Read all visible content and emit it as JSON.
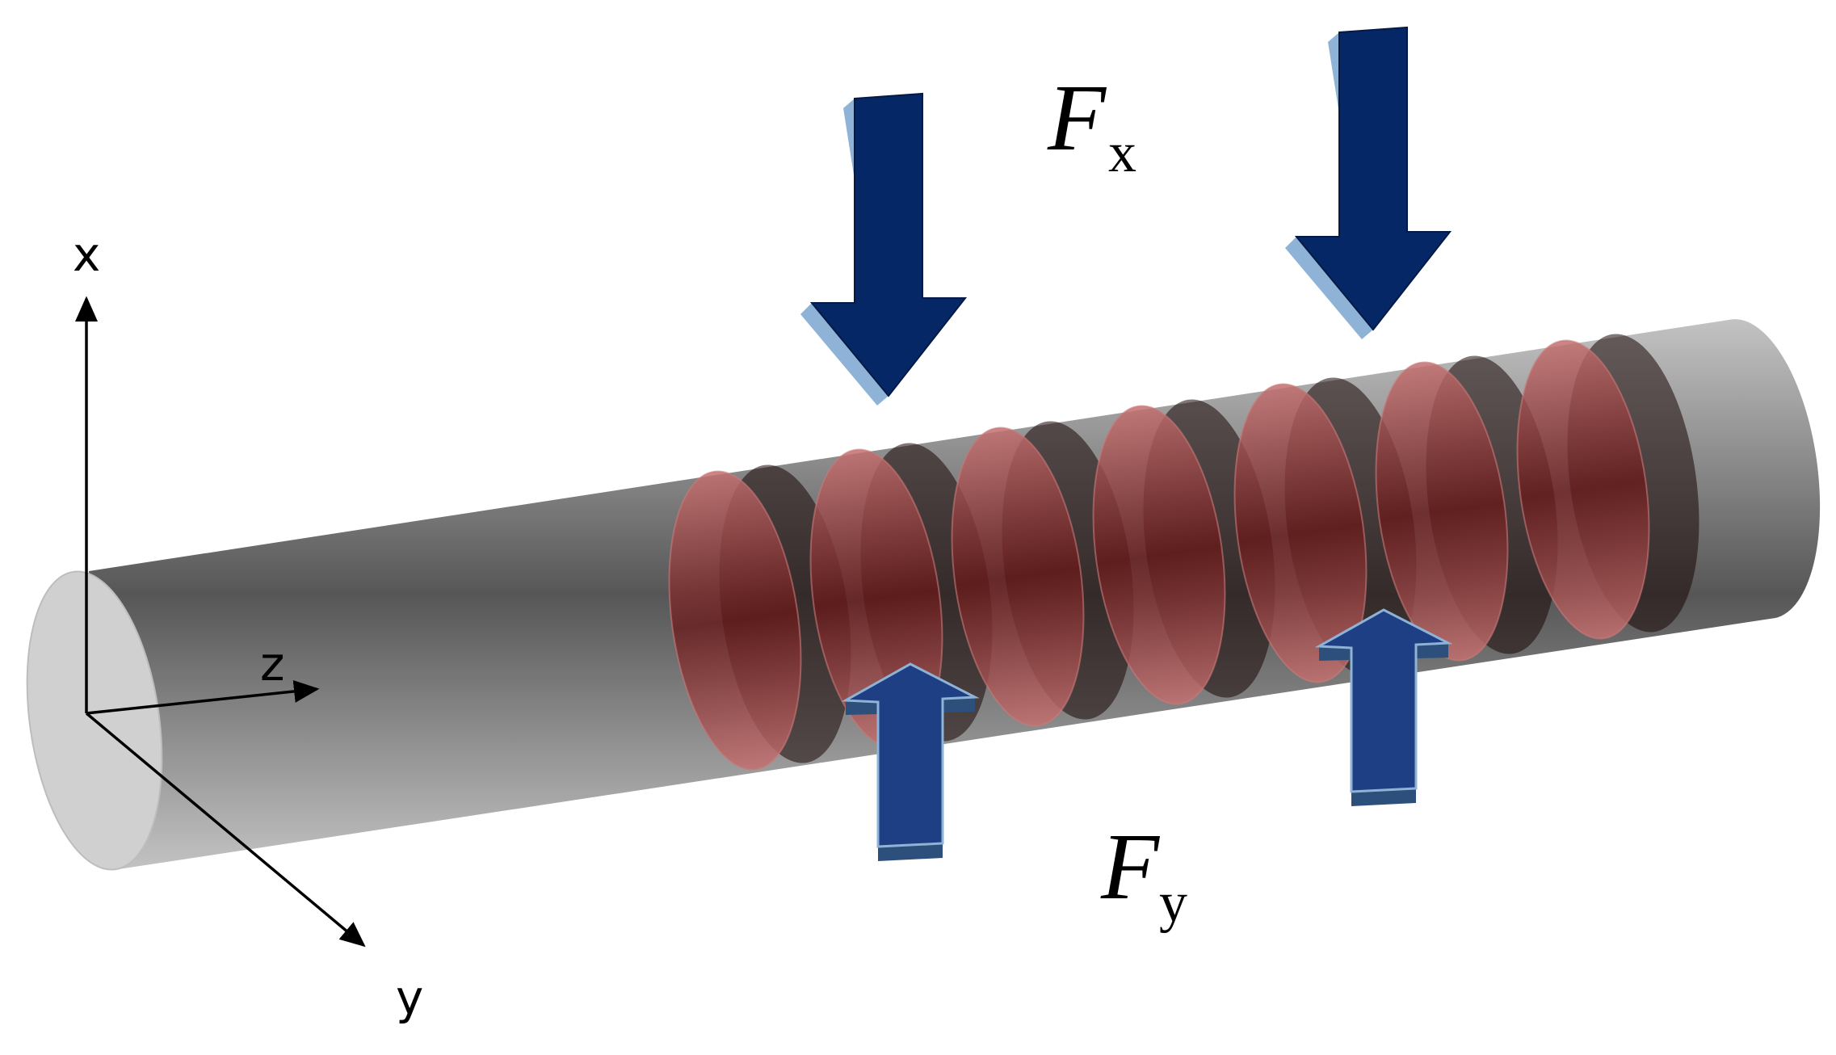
{
  "axes": {
    "x_label": "x",
    "y_label": "y",
    "z_label": "z"
  },
  "forces": {
    "fx_symbol": "F",
    "fx_subscript": "x",
    "fy_symbol": "F",
    "fy_subscript": "y"
  },
  "colors": {
    "rod": "#6a6a6a",
    "rod_end_cap": "#d0d0d0",
    "slice_fill": "#b04848",
    "slice_dark": "#5a1010",
    "down_arrow": "#062766",
    "up_arrow": "#1f3f84",
    "arrow_edge": "#8fb3d6"
  },
  "slice_count": 7,
  "down_arrow_count": 2,
  "up_arrow_count": 2
}
